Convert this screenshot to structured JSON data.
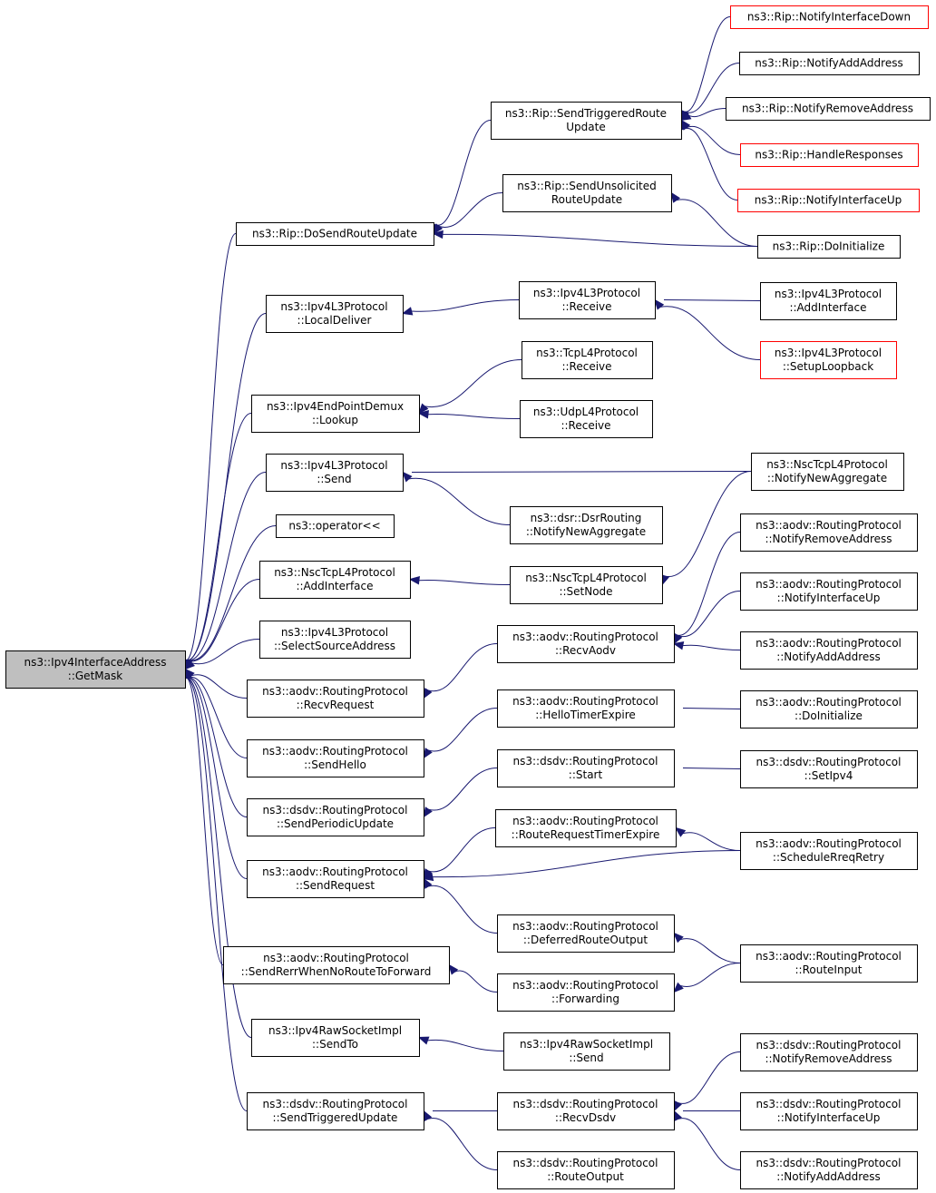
{
  "nodes": [
    {
      "id": "root",
      "lines": [
        "ns3::Ipv4InterfaceAddress",
        "::GetMask"
      ],
      "style": "root"
    },
    {
      "id": "rip_dosend",
      "lines": [
        "ns3::Rip::DoSendRouteUpdate"
      ]
    },
    {
      "id": "ipv4l3_localdeliver",
      "lines": [
        "ns3::Ipv4L3Protocol",
        "::LocalDeliver"
      ]
    },
    {
      "id": "epdemux_lookup",
      "lines": [
        "ns3::Ipv4EndPointDemux",
        "::Lookup"
      ]
    },
    {
      "id": "ipv4l3_send",
      "lines": [
        "ns3::Ipv4L3Protocol",
        "::Send"
      ]
    },
    {
      "id": "operator",
      "lines": [
        "ns3::operator<<"
      ]
    },
    {
      "id": "nsc_addif",
      "lines": [
        "ns3::NscTcpL4Protocol",
        "::AddInterface"
      ]
    },
    {
      "id": "ipv4l3_selsrc",
      "lines": [
        "ns3::Ipv4L3Protocol",
        "::SelectSourceAddress"
      ]
    },
    {
      "id": "aodv_recvrequest",
      "lines": [
        "ns3::aodv::RoutingProtocol",
        "::RecvRequest"
      ]
    },
    {
      "id": "aodv_sendhello",
      "lines": [
        "ns3::aodv::RoutingProtocol",
        "::SendHello"
      ]
    },
    {
      "id": "dsdv_sendperiodic",
      "lines": [
        "ns3::dsdv::RoutingProtocol",
        "::SendPeriodicUpdate"
      ]
    },
    {
      "id": "aodv_sendrequest",
      "lines": [
        "ns3::aodv::RoutingProtocol",
        "::SendRequest"
      ]
    },
    {
      "id": "aodv_sendrerr",
      "lines": [
        "ns3::aodv::RoutingProtocol",
        "::SendRerrWhenNoRouteToForward"
      ]
    },
    {
      "id": "raw_sendto",
      "lines": [
        "ns3::Ipv4RawSocketImpl",
        "::SendTo"
      ]
    },
    {
      "id": "dsdv_sendtrig",
      "lines": [
        "ns3::dsdv::RoutingProtocol",
        "::SendTriggeredUpdate"
      ]
    },
    {
      "id": "rip_sendtrig",
      "lines": [
        "ns3::Rip::SendTriggeredRoute",
        "Update"
      ]
    },
    {
      "id": "rip_sendunsol",
      "lines": [
        "ns3::Rip::SendUnsolicited",
        "RouteUpdate"
      ]
    },
    {
      "id": "ipv4l3_receive",
      "lines": [
        "ns3::Ipv4L3Protocol",
        "::Receive"
      ]
    },
    {
      "id": "tcp_receive",
      "lines": [
        "ns3::TcpL4Protocol",
        "::Receive"
      ]
    },
    {
      "id": "udp_receive",
      "lines": [
        "ns3::UdpL4Protocol",
        "::Receive"
      ]
    },
    {
      "id": "dsr_notify",
      "lines": [
        "ns3::dsr::DsrRouting",
        "::NotifyNewAggregate"
      ]
    },
    {
      "id": "nsc_setnode",
      "lines": [
        "ns3::NscTcpL4Protocol",
        "::SetNode"
      ]
    },
    {
      "id": "aodv_recvaodv",
      "lines": [
        "ns3::aodv::RoutingProtocol",
        "::RecvAodv"
      ]
    },
    {
      "id": "aodv_hellotimer",
      "lines": [
        "ns3::aodv::RoutingProtocol",
        "::HelloTimerExpire"
      ]
    },
    {
      "id": "dsdv_start",
      "lines": [
        "ns3::dsdv::RoutingProtocol",
        "::Start"
      ]
    },
    {
      "id": "aodv_rreqtimer",
      "lines": [
        "ns3::aodv::RoutingProtocol",
        "::RouteRequestTimerExpire"
      ]
    },
    {
      "id": "aodv_deferred",
      "lines": [
        "ns3::aodv::RoutingProtocol",
        "::DeferredRouteOutput"
      ]
    },
    {
      "id": "aodv_forwarding",
      "lines": [
        "ns3::aodv::RoutingProtocol",
        "::Forwarding"
      ]
    },
    {
      "id": "raw_send",
      "lines": [
        "ns3::Ipv4RawSocketImpl",
        "::Send"
      ]
    },
    {
      "id": "dsdv_recvdsdv",
      "lines": [
        "ns3::dsdv::RoutingProtocol",
        "::RecvDsdv"
      ]
    },
    {
      "id": "dsdv_routeoutput",
      "lines": [
        "ns3::dsdv::RoutingProtocol",
        "::RouteOutput"
      ]
    },
    {
      "id": "rip_ifdown",
      "lines": [
        "ns3::Rip::NotifyInterfaceDown"
      ],
      "style": "red"
    },
    {
      "id": "rip_addaddr",
      "lines": [
        "ns3::Rip::NotifyAddAddress"
      ]
    },
    {
      "id": "rip_removeaddr",
      "lines": [
        "ns3::Rip::NotifyRemoveAddress"
      ]
    },
    {
      "id": "rip_handleresp",
      "lines": [
        "ns3::Rip::HandleResponses"
      ],
      "style": "red"
    },
    {
      "id": "rip_ifup",
      "lines": [
        "ns3::Rip::NotifyInterfaceUp"
      ],
      "style": "red"
    },
    {
      "id": "rip_doinit",
      "lines": [
        "ns3::Rip::DoInitialize"
      ]
    },
    {
      "id": "ipv4l3_addif",
      "lines": [
        "ns3::Ipv4L3Protocol",
        "::AddInterface"
      ]
    },
    {
      "id": "ipv4l3_loopback",
      "lines": [
        "ns3::Ipv4L3Protocol",
        "::SetupLoopback"
      ],
      "style": "red"
    },
    {
      "id": "nsc_notify",
      "lines": [
        "ns3::NscTcpL4Protocol",
        "::NotifyNewAggregate"
      ]
    },
    {
      "id": "aodv_notifyremove",
      "lines": [
        "ns3::aodv::RoutingProtocol",
        "::NotifyRemoveAddress"
      ]
    },
    {
      "id": "aodv_notifyifup",
      "lines": [
        "ns3::aodv::RoutingProtocol",
        "::NotifyInterfaceUp"
      ]
    },
    {
      "id": "aodv_notifyadd",
      "lines": [
        "ns3::aodv::RoutingProtocol",
        "::NotifyAddAddress"
      ]
    },
    {
      "id": "aodv_doinit",
      "lines": [
        "ns3::aodv::RoutingProtocol",
        "::DoInitialize"
      ]
    },
    {
      "id": "dsdv_setipv4",
      "lines": [
        "ns3::dsdv::RoutingProtocol",
        "::SetIpv4"
      ]
    },
    {
      "id": "aodv_schedrreq",
      "lines": [
        "ns3::aodv::RoutingProtocol",
        "::ScheduleRreqRetry"
      ]
    },
    {
      "id": "aodv_routeinput",
      "lines": [
        "ns3::aodv::RoutingProtocol",
        "::RouteInput"
      ]
    },
    {
      "id": "dsdv_notifyremove",
      "lines": [
        "ns3::dsdv::RoutingProtocol",
        "::NotifyRemoveAddress"
      ]
    },
    {
      "id": "dsdv_notifyifup",
      "lines": [
        "ns3::dsdv::RoutingProtocol",
        "::NotifyInterfaceUp"
      ]
    },
    {
      "id": "dsdv_notifyadd",
      "lines": [
        "ns3::dsdv::RoutingProtocol",
        "::NotifyAddAddress"
      ]
    }
  ],
  "edges": [
    [
      "rip_dosend",
      "root"
    ],
    [
      "ipv4l3_localdeliver",
      "root"
    ],
    [
      "epdemux_lookup",
      "root"
    ],
    [
      "ipv4l3_send",
      "root"
    ],
    [
      "operator",
      "root"
    ],
    [
      "nsc_addif",
      "root"
    ],
    [
      "ipv4l3_selsrc",
      "root"
    ],
    [
      "aodv_recvrequest",
      "root"
    ],
    [
      "aodv_sendhello",
      "root"
    ],
    [
      "dsdv_sendperiodic",
      "root"
    ],
    [
      "aodv_sendrequest",
      "root"
    ],
    [
      "aodv_sendrerr",
      "root"
    ],
    [
      "raw_sendto",
      "root"
    ],
    [
      "dsdv_sendtrig",
      "root"
    ],
    [
      "rip_sendtrig",
      "rip_dosend"
    ],
    [
      "rip_sendunsol",
      "rip_dosend"
    ],
    [
      "rip_doinit",
      "rip_dosend"
    ],
    [
      "rip_ifdown",
      "rip_sendtrig"
    ],
    [
      "rip_addaddr",
      "rip_sendtrig"
    ],
    [
      "rip_removeaddr",
      "rip_sendtrig"
    ],
    [
      "rip_handleresp",
      "rip_sendtrig"
    ],
    [
      "rip_ifup",
      "rip_sendtrig"
    ],
    [
      "rip_doinit",
      "rip_sendunsol"
    ],
    [
      "ipv4l3_receive",
      "ipv4l3_localdeliver"
    ],
    [
      "ipv4l3_addif",
      "ipv4l3_receive"
    ],
    [
      "ipv4l3_loopback",
      "ipv4l3_receive"
    ],
    [
      "tcp_receive",
      "epdemux_lookup"
    ],
    [
      "udp_receive",
      "epdemux_lookup"
    ],
    [
      "nsc_notify",
      "ipv4l3_send"
    ],
    [
      "dsr_notify",
      "ipv4l3_send"
    ],
    [
      "nsc_setnode",
      "nsc_addif"
    ],
    [
      "nsc_notify",
      "nsc_setnode"
    ],
    [
      "aodv_recvaodv",
      "aodv_recvrequest"
    ],
    [
      "aodv_notifyremove",
      "aodv_recvaodv"
    ],
    [
      "aodv_notifyifup",
      "aodv_recvaodv"
    ],
    [
      "aodv_notifyadd",
      "aodv_recvaodv"
    ],
    [
      "aodv_hellotimer",
      "aodv_sendhello"
    ],
    [
      "aodv_doinit",
      "aodv_hellotimer"
    ],
    [
      "dsdv_start",
      "dsdv_sendperiodic"
    ],
    [
      "dsdv_setipv4",
      "dsdv_start"
    ],
    [
      "aodv_rreqtimer",
      "aodv_sendrequest"
    ],
    [
      "aodv_schedrreq",
      "aodv_sendrequest"
    ],
    [
      "aodv_deferred",
      "aodv_sendrequest"
    ],
    [
      "aodv_schedrreq",
      "aodv_rreqtimer"
    ],
    [
      "aodv_routeinput",
      "aodv_deferred"
    ],
    [
      "aodv_forwarding",
      "aodv_sendrerr"
    ],
    [
      "aodv_routeinput",
      "aodv_forwarding"
    ],
    [
      "raw_send",
      "raw_sendto"
    ],
    [
      "dsdv_recvdsdv",
      "dsdv_sendtrig"
    ],
    [
      "dsdv_routeoutput",
      "dsdv_sendtrig"
    ],
    [
      "dsdv_notifyremove",
      "dsdv_recvdsdv"
    ],
    [
      "dsdv_notifyifup",
      "dsdv_recvdsdv"
    ],
    [
      "dsdv_notifyadd",
      "dsdv_recvdsdv"
    ]
  ]
}
